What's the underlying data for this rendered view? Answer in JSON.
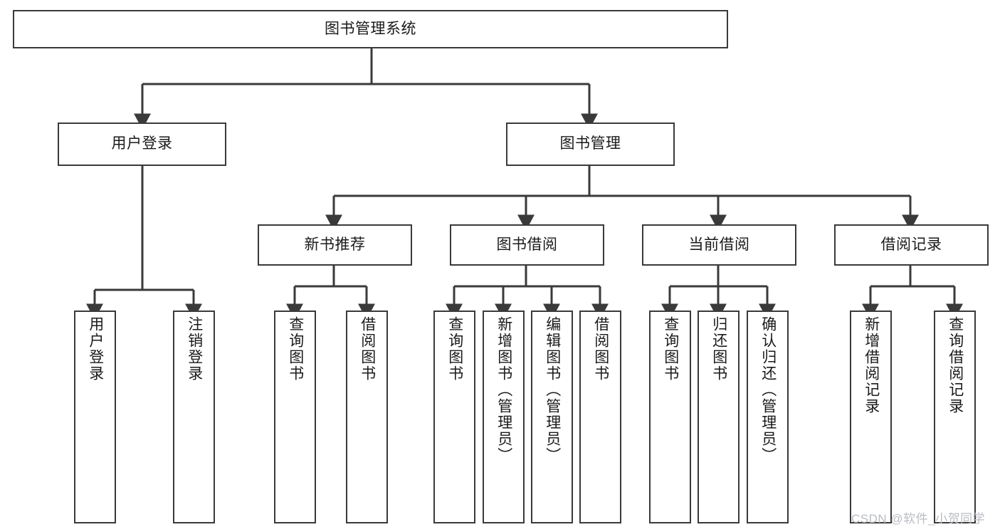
{
  "diagram": {
    "title": "图书管理系统",
    "type": "tree-hierarchy",
    "root": {
      "label": "图书管理系统"
    },
    "level2": [
      {
        "label": "用户登录"
      },
      {
        "label": "图书管理"
      }
    ],
    "level3": [
      {
        "label": "新书推荐"
      },
      {
        "label": "图书借阅"
      },
      {
        "label": "当前借阅"
      },
      {
        "label": "借阅记录"
      }
    ],
    "leaves": {
      "user_login": [
        {
          "label": "用户登录"
        },
        {
          "label": "注销登录"
        }
      ],
      "new_book_recommend": [
        {
          "label": "查询图书"
        },
        {
          "label": "借阅图书"
        }
      ],
      "book_borrow": [
        {
          "label": "查询图书"
        },
        {
          "label": "新增图书（管理员）"
        },
        {
          "label": "编辑图书（管理员）"
        },
        {
          "label": "借阅图书"
        }
      ],
      "current_borrow": [
        {
          "label": "查询图书"
        },
        {
          "label": "归还图书"
        },
        {
          "label": "确认归还（管理员）"
        }
      ],
      "borrow_record": [
        {
          "label": "新增借阅记录"
        },
        {
          "label": "查询借阅记录"
        }
      ]
    }
  },
  "watermark": {
    "text": "CSDN @软件_小贺同学"
  },
  "colors": {
    "stroke": "#3a3a3a",
    "background": "#ffffff",
    "text": "#1a1a1a",
    "watermark": "#b9bcc2"
  }
}
